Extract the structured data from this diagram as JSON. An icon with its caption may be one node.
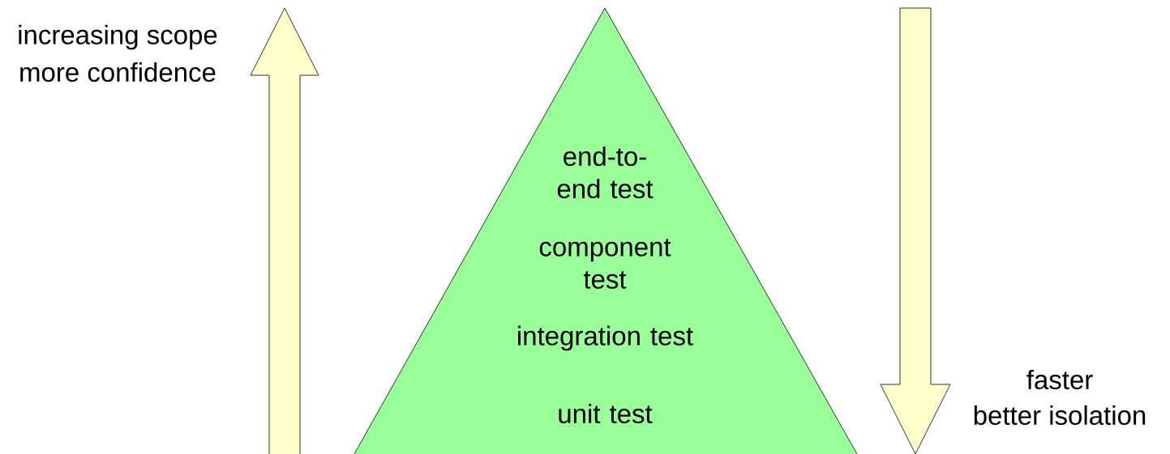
{
  "diagram": {
    "nodes": [
      {
        "text": [
          "end-to-end test",
          "component test",
          "integration test",
          "unit test"
        ]
      }
    ],
    "edges": [],
    "labels": [
      "increasing scope",
      "more confidence",
      "faster",
      "better isolation"
    ]
  }
}
